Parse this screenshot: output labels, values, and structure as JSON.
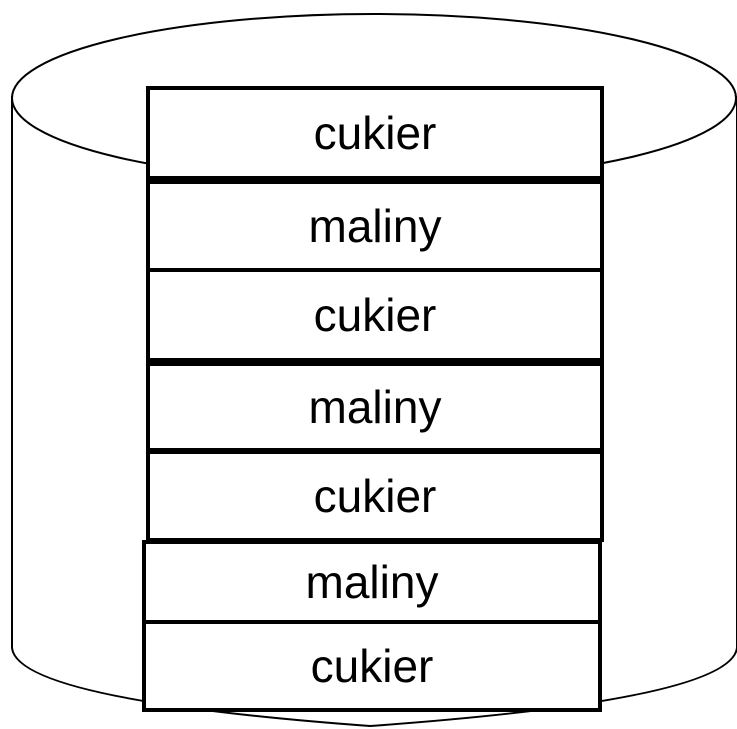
{
  "diagram": {
    "layers": [
      "cukier",
      "maliny",
      "cukier",
      "maliny",
      "cukier",
      "maliny",
      "cukier"
    ]
  }
}
